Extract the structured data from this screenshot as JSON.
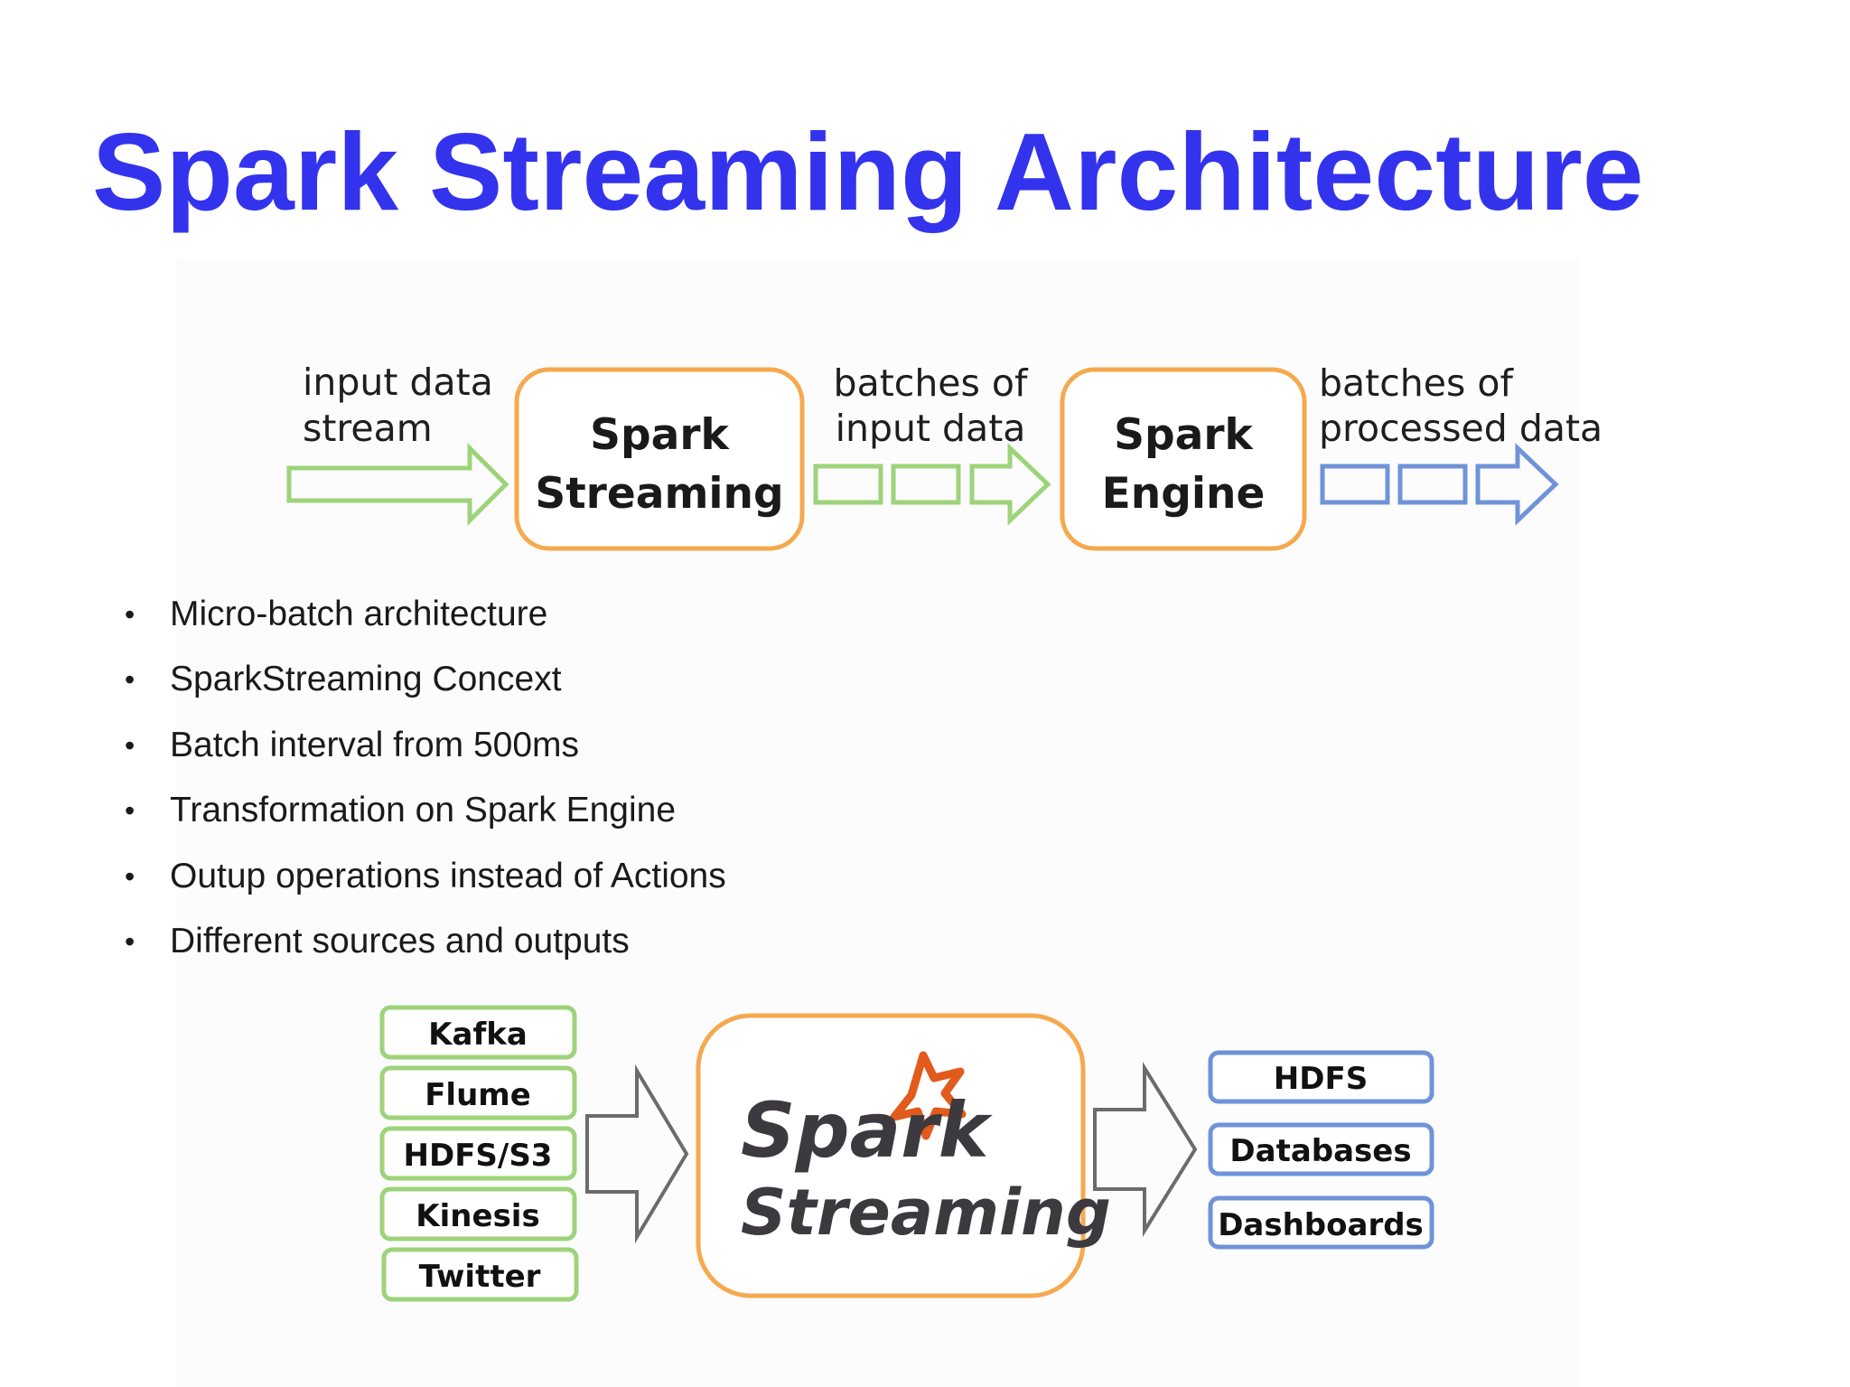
{
  "slide": {
    "title": "Spark Streaming Architecture"
  },
  "pipeline": {
    "input_label_line1": "input data",
    "input_label_line2": "stream",
    "box1_line1": "Spark",
    "box1_line2": "Streaming",
    "middle_label_line1": "batches of",
    "middle_label_line2": "input data",
    "box2_line1": "Spark",
    "box2_line2": "Engine",
    "output_label_line1": "batches of",
    "output_label_line2": "processed data"
  },
  "bullets": [
    "Micro-batch architecture",
    "SparkStreaming Concext",
    "Batch interval from 500ms",
    "Transformation on Spark Engine",
    "Outup operations instead of Actions",
    "Different sources and outputs"
  ],
  "sources": [
    "Kafka",
    "Flume",
    "HDFS/S3",
    "Kinesis",
    "Twitter"
  ],
  "center_logo": {
    "line1": "Spark",
    "line2": "Streaming"
  },
  "outputs": [
    "HDFS",
    "Databases",
    "Dashboards"
  ],
  "colors": {
    "title": "#3333ee",
    "orange": "#f5a94f",
    "green": "#9dd37a",
    "blue": "#6f93d9",
    "gray_arrow": "#6b6b6b",
    "logo_star": "#e25a1c",
    "logo_text": "#3c3a3e"
  }
}
